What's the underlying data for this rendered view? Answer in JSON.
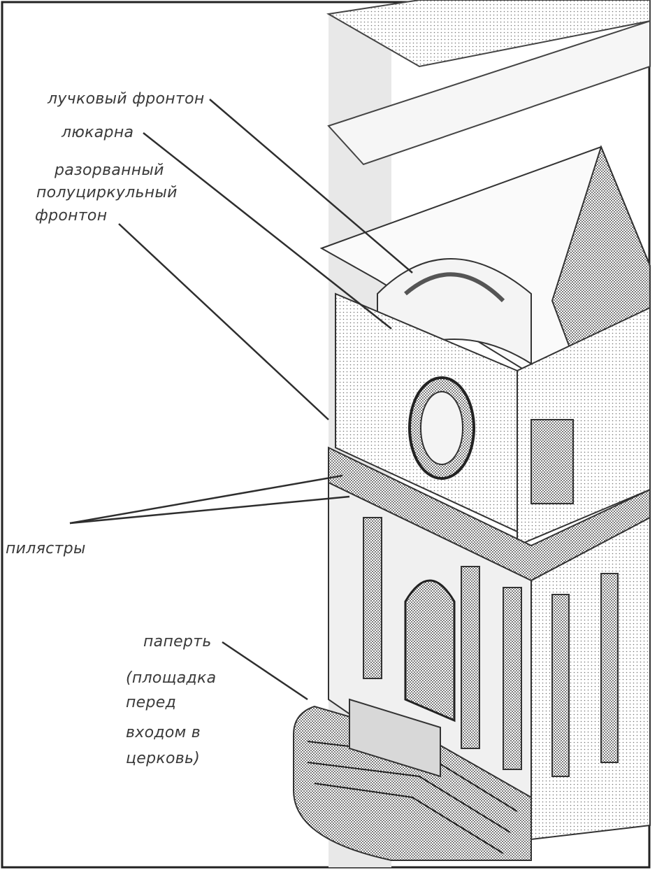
{
  "diagram": {
    "labels": {
      "lukovy_fronton": "лучковый фронтон",
      "lyukarna": "люкарна",
      "razorvanny_1": "разорванный",
      "razorvanny_2": "полуциркульный",
      "razorvanny_3": "фронтон",
      "pilyastry": "пилястры",
      "paperte_1": "паперть",
      "paperte_2": "(площадка",
      "paperte_3": "перед",
      "paperte_4": "входом в",
      "paperte_5": "церковь)"
    }
  },
  "colors": {
    "ink": "#2e2e2e",
    "shade_dark": "#8c8c8c",
    "shade_mid": "#b9b9b9",
    "shade_light": "#dadada",
    "paper": "#f2f2f2"
  }
}
